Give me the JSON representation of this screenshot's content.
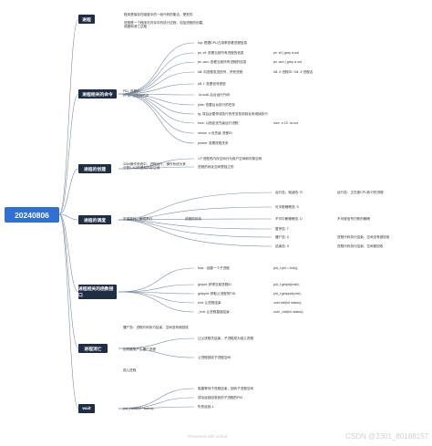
{
  "root": "20240806",
  "colors": {
    "root": "#2f6fd6",
    "topic": "#1f2e44",
    "line": "#7f8fa6"
  },
  "topics": [
    {
      "id": "process",
      "label": "进程",
      "notes": [
        "程序是保存在磁盘中的一段代码的集合，是死的",
        "进程是一个程序在内存中的执行过程，包括进程的创建、调度和消亡过程"
      ]
    },
    {
      "id": "cmds",
      "label": "进程相关的命令",
      "notes": [
        "PID: 进程ID",
        "PPID: 父进程的ID"
      ],
      "items": [
        {
          "text": "top: 根据CPU占用率查看进程信息"
        },
        {
          "text": "ps -ef: 查看当前所有进程的信息",
          "extra": "ps -ef | grep a.out"
        },
        {
          "text": "ps -aux: 查看当前所有进程的信息",
          "extra": "ps -aux | grep a.out"
        },
        {
          "text": "kill: 向进程发送信号，杀死进程",
          "extra": "kill -9 进程ID / kill -9 进程名"
        },
        {
          "text": "kill -l: 查看信号类型"
        },
        {
          "text": "./a.out& 后台运行代码"
        },
        {
          "text": "jobs: 查看后台执行的任务"
        },
        {
          "text": "fg: 将后台暂停或执行的任务放到前台来继续执行"
        },
        {
          "text": "nice: 以指定优先级运行进程",
          "extra": "nice -n 10 ./a.out"
        },
        {
          "text": "renice -n 优先级 进程ID"
        },
        {
          "text": "pstree: 查看进程关系"
        }
      ]
    },
    {
      "id": "create",
      "label": "进程的创建",
      "notes": [
        "32bit操作系统中，进程运行，操作系统为其分配0-4G的虚拟内存空间"
      ],
      "items": [
        {
          "text": "1个进程的内存空间分为用户空间和内核空间"
        },
        {
          "text": "进程的地址空间是独立的"
        }
      ]
    },
    {
      "id": "sched",
      "label": "进程的调度",
      "notes": [
        "宏观并行，微观串行"
      ],
      "sub": "进程的状态",
      "items": [
        {
          "text": "运行态、就绪态: R",
          "extra": "运行态：正在被CPU执行的进程"
        },
        {
          "text": "可中断睡眠态: S"
        },
        {
          "text": "不可中断睡眠态: D",
          "extra": "不可被信号打断的睡眠"
        },
        {
          "text": "暂停态: T"
        },
        {
          "text": "僵尸态: Z",
          "extra": "进程代码执行结束，空间没有被回收"
        },
        {
          "text": "结束态: X",
          "extra": "进程代码执行结束，空间被回收"
        }
      ]
    },
    {
      "id": "funcs",
      "label": "进程相关的函数接口",
      "items": [
        {
          "text": "fork：创建一个子进程",
          "extra": "pid_t pid = fork();"
        },
        {
          "text": "getpid: 获得当前进程ID",
          "extra": "pid_t getpid(void);"
        },
        {
          "text": "getppid: 获取父进程的PID",
          "extra": "pid_t getppid(void);"
        },
        {
          "text": "exit: 让进程结束",
          "extra": "void exit(int status);"
        },
        {
          "text": "_exit: 让进程直接结束",
          "extra": "void _exit(int status);"
        }
      ]
    },
    {
      "id": "zombie",
      "label": "进程消亡",
      "notes": [
        "僵尸态：进程代码执行结束，空间没有被回收",
        "如何避免产生僵尸进程",
        "孤儿进程"
      ],
      "items": [
        {
          "text": "让父进程先结束，子进程成为孤儿进程"
        },
        {
          "text": "父进程回收子进程空间"
        }
      ]
    },
    {
      "id": "wait",
      "label": "wait",
      "notes": [
        "pid_t wait(int *status);"
      ],
      "items": [
        {
          "text": "阻塞等待子进程结束，回收子进程空间"
        },
        {
          "text": "成功返回回收到的子进程的PID"
        },
        {
          "text": "失败返回-1"
        }
      ]
    }
  ],
  "watermark": "Presented with xmind",
  "credit": "CSDN @2301_80188157"
}
